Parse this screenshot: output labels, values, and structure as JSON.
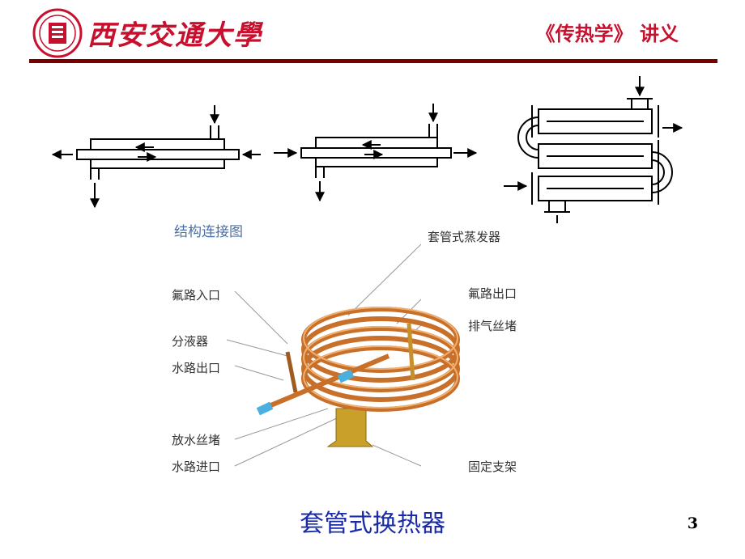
{
  "header": {
    "university_name": "西安交通大學",
    "course_title": "《传热学》 讲义"
  },
  "diagram_section": {
    "title": "结构连接图"
  },
  "photo_labels": {
    "left": [
      "氟路入口",
      "分液器",
      "水路出口",
      "放水丝堵",
      "水路进口"
    ],
    "right": [
      "套管式蒸发器",
      "氟路出口",
      "排气丝堵",
      "固定支架"
    ]
  },
  "caption": "套管式换热器",
  "page_number": "3",
  "colors": {
    "header_red": "#c8102e",
    "rule_dark_red": "#7a0000",
    "caption_blue": "#1a2aa8",
    "copper": "#c8702a"
  }
}
